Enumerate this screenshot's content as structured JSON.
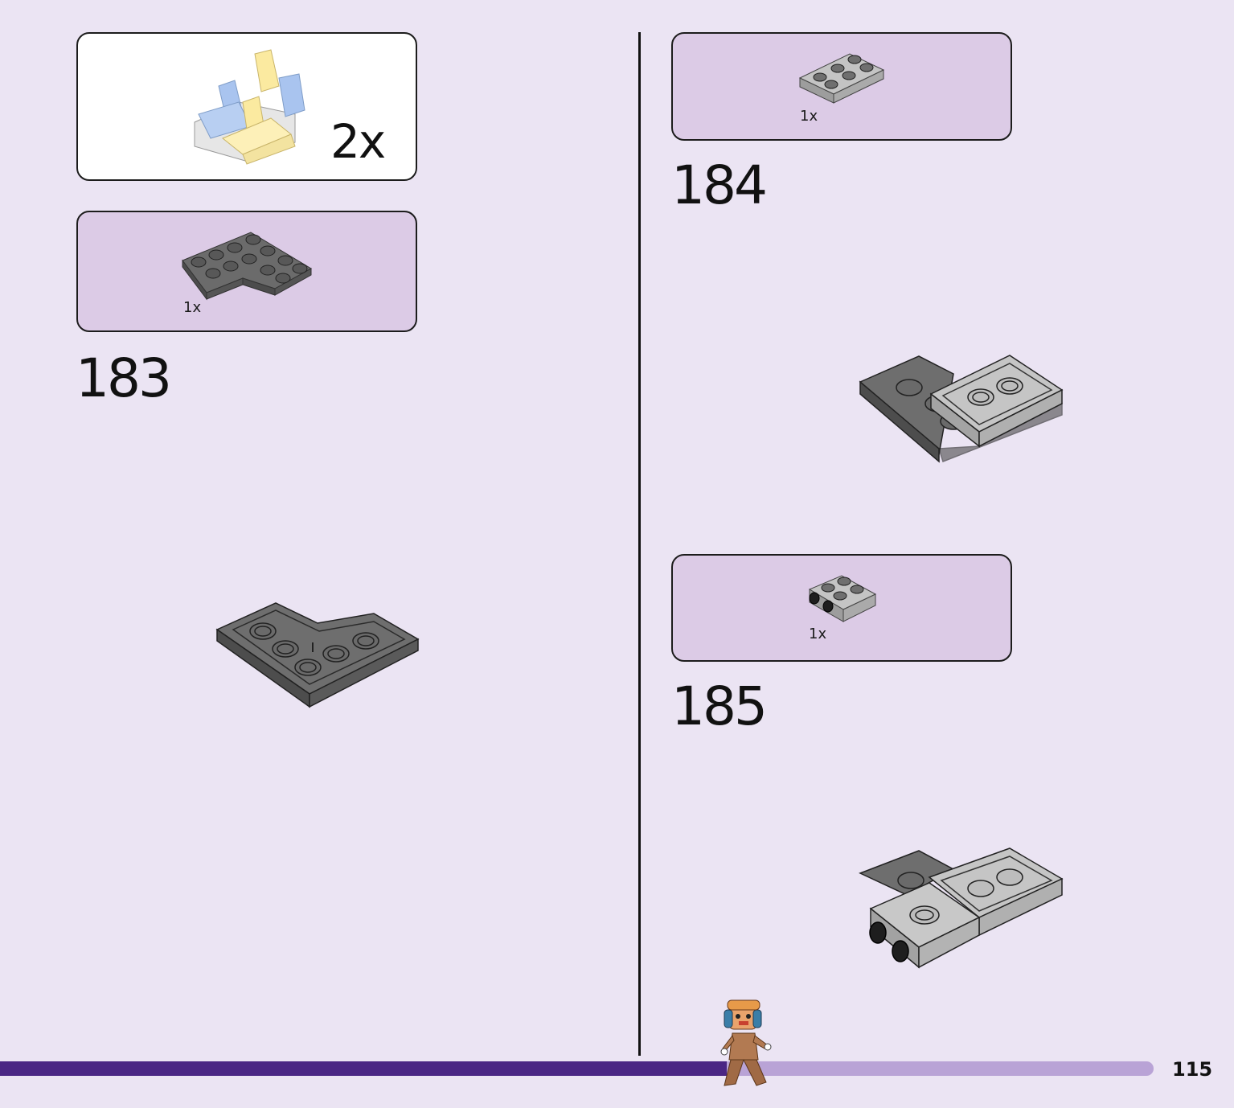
{
  "submodel_callout": {
    "multiplier": "2x"
  },
  "steps": [
    {
      "number": "183",
      "parts": [
        {
          "quantity": "1x",
          "part_icon": "dark-gray-l-plate-icon"
        }
      ]
    },
    {
      "number": "184",
      "parts": [
        {
          "quantity": "1x",
          "part_icon": "light-gray-2x3-plate-icon"
        }
      ]
    },
    {
      "number": "185",
      "parts": [
        {
          "quantity": "1x",
          "part_icon": "light-gray-bracket-plate-icon"
        }
      ]
    }
  ],
  "progress": {
    "fraction": 0.63
  },
  "footer": {
    "page_number": "115"
  },
  "colors": {
    "background": "#ebe4f3",
    "callout": "#dccbe6",
    "progress_fill": "#4a2684",
    "progress_track": "#b9a3d6",
    "dark_gray": "#6b6b6b",
    "light_gray": "#c4c4c4"
  }
}
